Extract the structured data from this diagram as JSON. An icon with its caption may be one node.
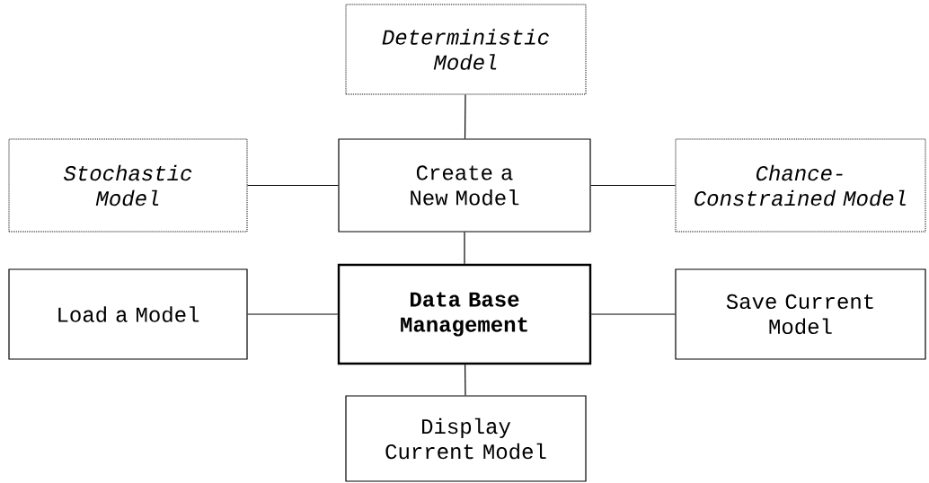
{
  "diagram": {
    "nodes": [
      {
        "text": [
          "Deterministic Model"
        ]
      },
      {
        "text": [
          "Stochastic Model"
        ]
      },
      {
        "text": [
          "Create a New Model"
        ]
      },
      {
        "text": [
          "Chance-Constrained Model"
        ]
      },
      {
        "text": [
          "Load a Model"
        ]
      },
      {
        "text": [
          "Data Base Management"
        ]
      },
      {
        "text": [
          "Save Current Model"
        ]
      },
      {
        "text": [
          "Display Current Model"
        ]
      }
    ],
    "edges": [
      {
        "from": 0,
        "to": 2,
        "arrow": "none"
      },
      {
        "from": 1,
        "to": 2,
        "arrow": "none"
      },
      {
        "from": 2,
        "to": 3,
        "arrow": "none"
      },
      {
        "from": 2,
        "to": 5,
        "arrow": "none"
      },
      {
        "from": 4,
        "to": 5,
        "arrow": "none"
      },
      {
        "from": 5,
        "to": 6,
        "arrow": "none"
      },
      {
        "from": 5,
        "to": 7,
        "arrow": "none"
      }
    ]
  }
}
